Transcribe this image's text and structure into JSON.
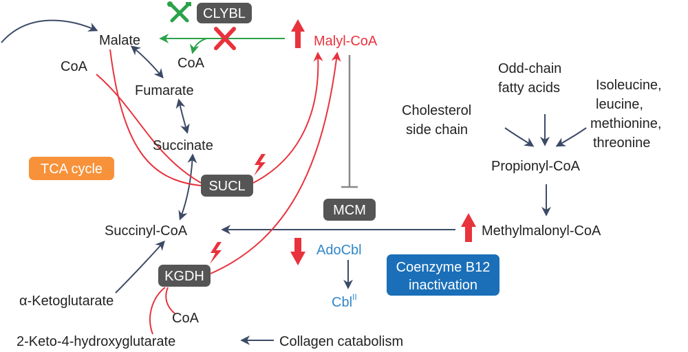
{
  "colors": {
    "text": "#222222",
    "arrow_dark": "#3c4a66",
    "red": "#e8323c",
    "green": "#2aa24a",
    "blue_text": "#2f86c9",
    "enzyme_box": "#555555",
    "tca_box": "#f7923a",
    "b12_box": "#1a6fb8",
    "inhibit_gray": "#888888"
  },
  "icons": [
    "wrench-screwdriver-icon",
    "cross-icon",
    "bolt-icon",
    "up-arrow-icon",
    "down-arrow-icon"
  ],
  "metabolites": {
    "malate": "Malate",
    "coa_left": "CoA",
    "coa_clybl": "CoA",
    "coa_kgdh": "CoA",
    "fumarate": "Fumarate",
    "succinate": "Succinate",
    "succinyl_coa": "Succinyl-CoA",
    "alpha_ketoglutarate": "α-Ketoglutarate",
    "keto_hydroxyglutarate": "2-Keto-4-hydroxyglutarate",
    "collagen": "Collagen catabolism",
    "malyl_coa": "Malyl-CoA",
    "adocbl": "AdoCbl",
    "cbl": "Cbl",
    "cbl_sup": "II",
    "odd_chain_1": "Odd-chain",
    "odd_chain_2": "fatty acids",
    "cholesterol_1": "Cholesterol",
    "cholesterol_2": "side chain",
    "amino_1": "Isoleucine,",
    "amino_2": "leucine,",
    "amino_3": "methionine,",
    "amino_4": "threonine",
    "propionyl_coa": "Propionyl-CoA",
    "methylmalonyl_coa": "Methylmalonyl-CoA"
  },
  "enzymes": {
    "clybl": "CLYBL",
    "sucl": "SUCL",
    "mcm": "MCM",
    "kgdh": "KGDH"
  },
  "labels": {
    "tca_cycle": "TCA cycle",
    "b12_1": "Coenzyme B12",
    "b12_2": "inactivation"
  }
}
